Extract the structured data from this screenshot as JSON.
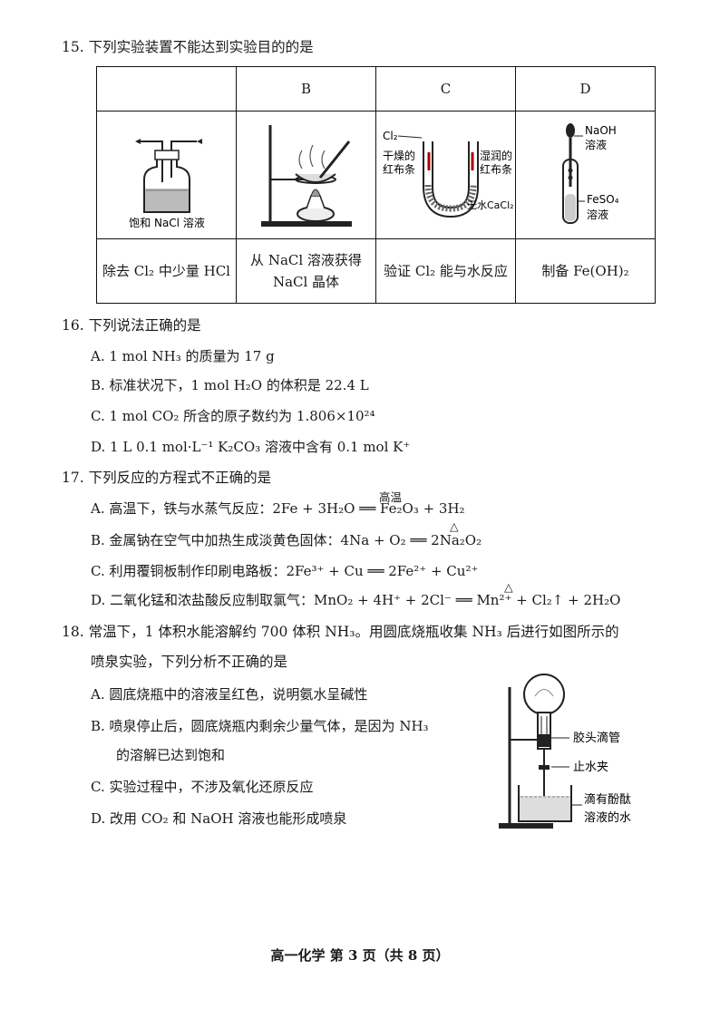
{
  "q15": {
    "title": "15.  下列实验装置不能达到实验目的的是",
    "headers": [
      "",
      "B",
      "C",
      "D"
    ],
    "a_label": "饱和 NaCl 溶液",
    "c_labels": {
      "cl2": "Cl₂",
      "dry1": "干燥的",
      "dry2": "红布条",
      "wet1": "湿润的",
      "wet2": "红布条",
      "cacl2": "无水CaCl₂"
    },
    "d_labels": {
      "naoh1": "NaOH",
      "naoh2": "溶液",
      "feso1": "FeSO₄",
      "feso2": "溶液"
    },
    "desc": [
      "除去 Cl₂ 中少量 HCl",
      "从 NaCl 溶液获得",
      "NaCl 晶体",
      "验证 Cl₂ 能与水反应",
      "制备 Fe(OH)₂"
    ]
  },
  "q16": {
    "title": "16.  下列说法正确的是",
    "options": [
      "A.  1 mol NH₃ 的质量为 17 g",
      "B.  标准状况下，1 mol H₂O 的体积是 22.4 L",
      "C.  1 mol CO₂ 所含的原子数约为 1.806×10²⁴",
      "D.  1 L 0.1 mol·L⁻¹ K₂CO₃ 溶液中含有 0.1 mol K⁺"
    ]
  },
  "q17": {
    "title": "17.  下列反应的方程式不正确的是",
    "options": [
      "A.  高温下，铁与水蒸气反应：2Fe + 3H₂O ══ Fe₂O₃ + 3H₂",
      "B.  金属钠在空气中加热生成淡黄色固体：4Na + O₂ ══ 2Na₂O₂",
      "C.  利用覆铜板制作印刷电路板：2Fe³⁺ + Cu ══ 2Fe²⁺ + Cu²⁺",
      "D.  二氧化锰和浓盐酸反应制取氯气：MnO₂ + 4H⁺ + 2Cl⁻ ══ Mn²⁺ + Cl₂↑ + 2H₂O"
    ],
    "cond_high_temp": "高温",
    "cond_heat": "△"
  },
  "q18": {
    "title_line1": "18.  常温下，1 体积水能溶解约 700 体积 NH₃。用圆底烧瓶收集 NH₃ 后进行如图所示的",
    "title_line2": "喷泉实验，下列分析不正确的是",
    "options": [
      "A.  圆底烧瓶中的溶液呈红色，说明氨水呈碱性",
      "B.  喷泉停止后，圆底烧瓶内剩余少量气体，是因为 NH₃",
      "的溶解已达到饱和",
      "C.  实验过程中，不涉及氧化还原反应",
      "D.  改用 CO₂ 和 NaOH 溶液也能形成喷泉"
    ],
    "fig_labels": {
      "dropper": "胶头滴管",
      "clamp": "止水夹",
      "water1": "滴有酚酞",
      "water2": "溶液的水"
    }
  },
  "footer": "高一化学   第 3 页（共 8 页）"
}
